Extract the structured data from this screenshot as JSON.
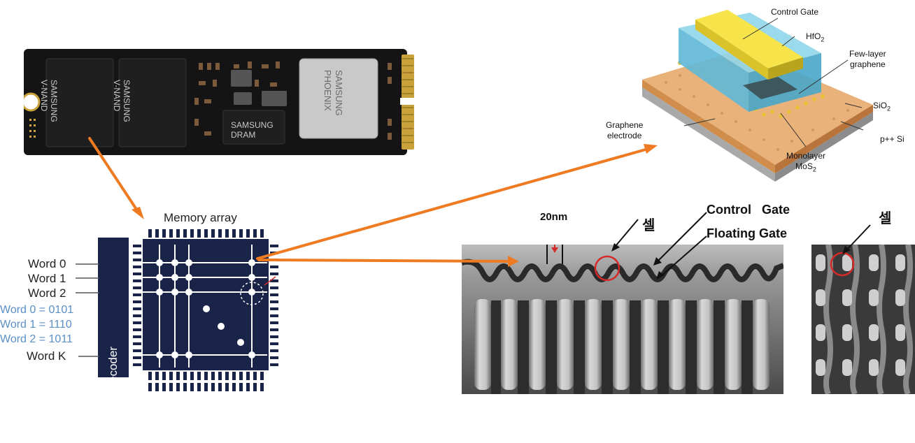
{
  "ssd": {
    "chip1_brand": "SAMSUNG",
    "chip1_type": "V-NAND",
    "chip2_brand": "SAMSUNG",
    "chip2_type": "V-NAND",
    "dram_brand": "SAMSUNG",
    "dram_type": "DRAM",
    "controller_brand": "SAMSUNG",
    "controller_name": "PHOENIX"
  },
  "memory_array": {
    "title": "Memory array",
    "decoder_label": "Word line decoder",
    "word_lines": [
      "Word 0",
      "Word 1",
      "Word 2",
      "Word K"
    ],
    "encodings": [
      "Word 0 = 0101",
      "Word 1 = 1110",
      "Word 2 = 1011"
    ]
  },
  "device_3d": {
    "labels": {
      "control_gate": "Control Gate",
      "hfo2": "HfO",
      "hfo2_sub": "2",
      "few_layer_1": "Few-layer",
      "few_layer_2": "graphene",
      "sio2": "SiO",
      "sio2_sub": "2",
      "psi": "p++ Si",
      "graphene_1": "Graphene",
      "graphene_2": "electrode",
      "mono_1": "Monolayer",
      "mono_2": "MoS",
      "mono_sub": "2"
    }
  },
  "sem": {
    "scale_label": "20nm",
    "cell_label": "셀",
    "control_gate": "Control   Gate",
    "floating_gate": "Floating Gate",
    "cell_label_2": "셀"
  },
  "colors": {
    "arrow": "#ee7a22",
    "array_bg": "#1a2348",
    "encoding_text": "#5b8fc8",
    "sem_circle": "#d42a2a",
    "gate_yellow": "#f4e14a",
    "dielectric_cyan": "#7fd0e8"
  }
}
